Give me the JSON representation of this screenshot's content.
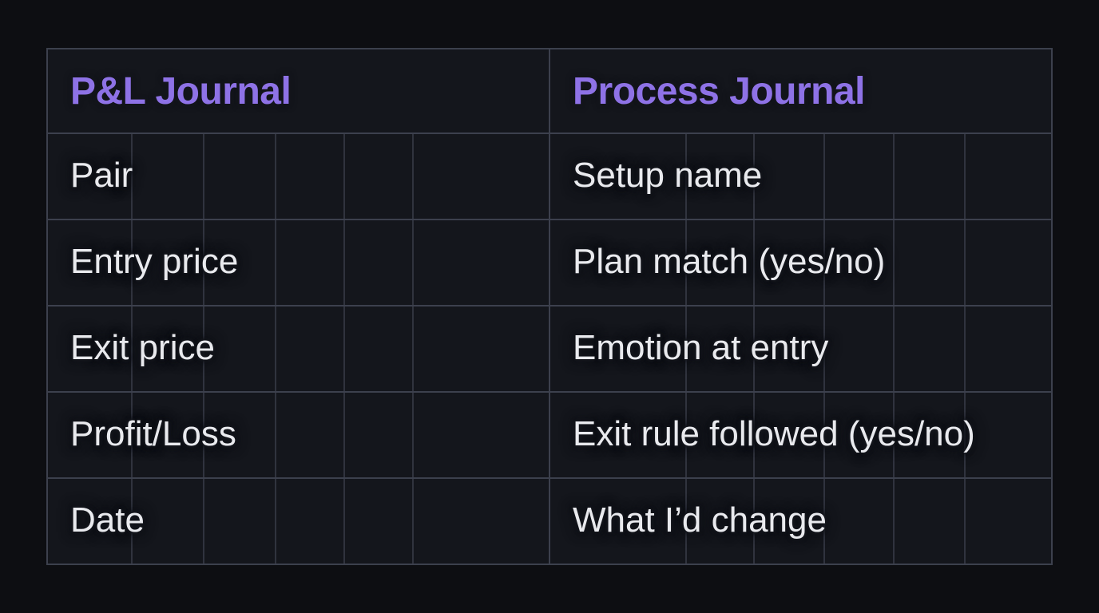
{
  "theme": {
    "page_bg": "#0d0e12",
    "cell_bg": "#14161c",
    "grid_line": "#3c404d",
    "subgrid_line": "#30333e",
    "header_purple": "#8e72e6",
    "body_text": "#e9eaee"
  },
  "chart_data": {
    "type": "table",
    "legend_position": "none",
    "grid": "on",
    "columns": [
      {
        "header": "P&L Journal",
        "rows": [
          "Pair",
          "Entry price",
          "Exit price",
          "Profit/Loss",
          "Date"
        ]
      },
      {
        "header": "Process Journal",
        "rows": [
          "Setup name",
          "Plan match (yes/no)",
          "Emotion at entry",
          "Exit rule followed (yes/no)",
          "What I’d change"
        ]
      }
    ],
    "empty_subcells_per_row": 6
  }
}
